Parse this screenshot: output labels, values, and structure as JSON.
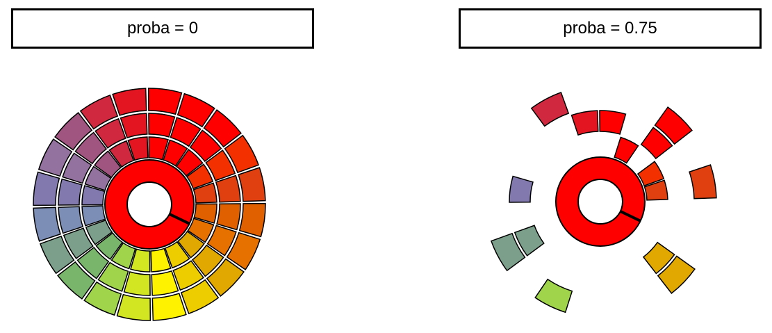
{
  "chart_data": [
    {
      "type": "sunburst",
      "title": "proba = 0",
      "inner_ring_color": "#FF0000",
      "segment_count": 20,
      "segments": [
        {
          "color": "#E06000",
          "rings": [
            1,
            1,
            1
          ]
        },
        {
          "color": "#E67000",
          "rings": [
            1,
            1,
            1
          ]
        },
        {
          "color": "#E0A800",
          "rings": [
            1,
            1,
            1
          ]
        },
        {
          "color": "#EDCD00",
          "rings": [
            1,
            1,
            1
          ]
        },
        {
          "color": "#FFF200",
          "rings": [
            1,
            1,
            1
          ]
        },
        {
          "color": "#D2E622",
          "rings": [
            1,
            1,
            1
          ]
        },
        {
          "color": "#A0D44A",
          "rings": [
            1,
            1,
            1
          ]
        },
        {
          "color": "#7AB56C",
          "rings": [
            1,
            1,
            1
          ]
        },
        {
          "color": "#7B9F8A",
          "rings": [
            1,
            1,
            1
          ]
        },
        {
          "color": "#7C8DB6",
          "rings": [
            1,
            1,
            1
          ]
        },
        {
          "color": "#8279AE",
          "rings": [
            1,
            1,
            1
          ]
        },
        {
          "color": "#94729F",
          "rings": [
            1,
            1,
            1
          ]
        },
        {
          "color": "#A05580",
          "rings": [
            1,
            1,
            1
          ]
        },
        {
          "color": "#D0283E",
          "rings": [
            1,
            1,
            1
          ]
        },
        {
          "color": "#E31520",
          "rings": [
            1,
            1,
            1
          ]
        },
        {
          "color": "#FF0000",
          "rings": [
            1,
            1,
            1
          ]
        },
        {
          "color": "#FF0000",
          "rings": [
            1,
            1,
            1
          ]
        },
        {
          "color": "#FF0000",
          "rings": [
            1,
            1,
            1
          ]
        },
        {
          "color": "#F23000",
          "rings": [
            1,
            1,
            1
          ]
        },
        {
          "color": "#E04010",
          "rings": [
            1,
            1,
            1
          ]
        }
      ]
    },
    {
      "type": "sunburst",
      "title": "proba = 0.75",
      "inner_ring_color": "#FF0000",
      "segment_count": 20,
      "segments": [
        {
          "color": "#E06000",
          "rings": [
            0,
            0,
            0
          ]
        },
        {
          "color": "#E67000",
          "rings": [
            0,
            0,
            0
          ]
        },
        {
          "color": "#E0A800",
          "rings": [
            0,
            1,
            1
          ]
        },
        {
          "color": "#EDCD00",
          "rings": [
            0,
            0,
            0
          ]
        },
        {
          "color": "#FFF200",
          "rings": [
            0,
            0,
            0
          ]
        },
        {
          "color": "#D2E622",
          "rings": [
            0,
            0,
            0
          ]
        },
        {
          "color": "#A0D44A",
          "rings": [
            0,
            0,
            1
          ]
        },
        {
          "color": "#7AB56C",
          "rings": [
            0,
            0,
            0
          ]
        },
        {
          "color": "#7B9F8A",
          "rings": [
            0,
            1,
            1
          ]
        },
        {
          "color": "#7C8DB6",
          "rings": [
            0,
            0,
            0
          ]
        },
        {
          "color": "#8279AE",
          "rings": [
            0,
            1,
            0
          ]
        },
        {
          "color": "#94729F",
          "rings": [
            0,
            0,
            0
          ]
        },
        {
          "color": "#A05580",
          "rings": [
            0,
            0,
            0
          ]
        },
        {
          "color": "#D0283E",
          "rings": [
            0,
            0,
            1
          ]
        },
        {
          "color": "#E31520",
          "rings": [
            0,
            1,
            0
          ]
        },
        {
          "color": "#FF0000",
          "rings": [
            0,
            1,
            0
          ]
        },
        {
          "color": "#FF0000",
          "rings": [
            1,
            0,
            0
          ]
        },
        {
          "color": "#FF0000",
          "rings": [
            0,
            1,
            1
          ]
        },
        {
          "color": "#F23000",
          "rings": [
            1,
            0,
            0
          ]
        },
        {
          "color": "#E04010",
          "rings": [
            1,
            0,
            1
          ]
        }
      ]
    }
  ]
}
